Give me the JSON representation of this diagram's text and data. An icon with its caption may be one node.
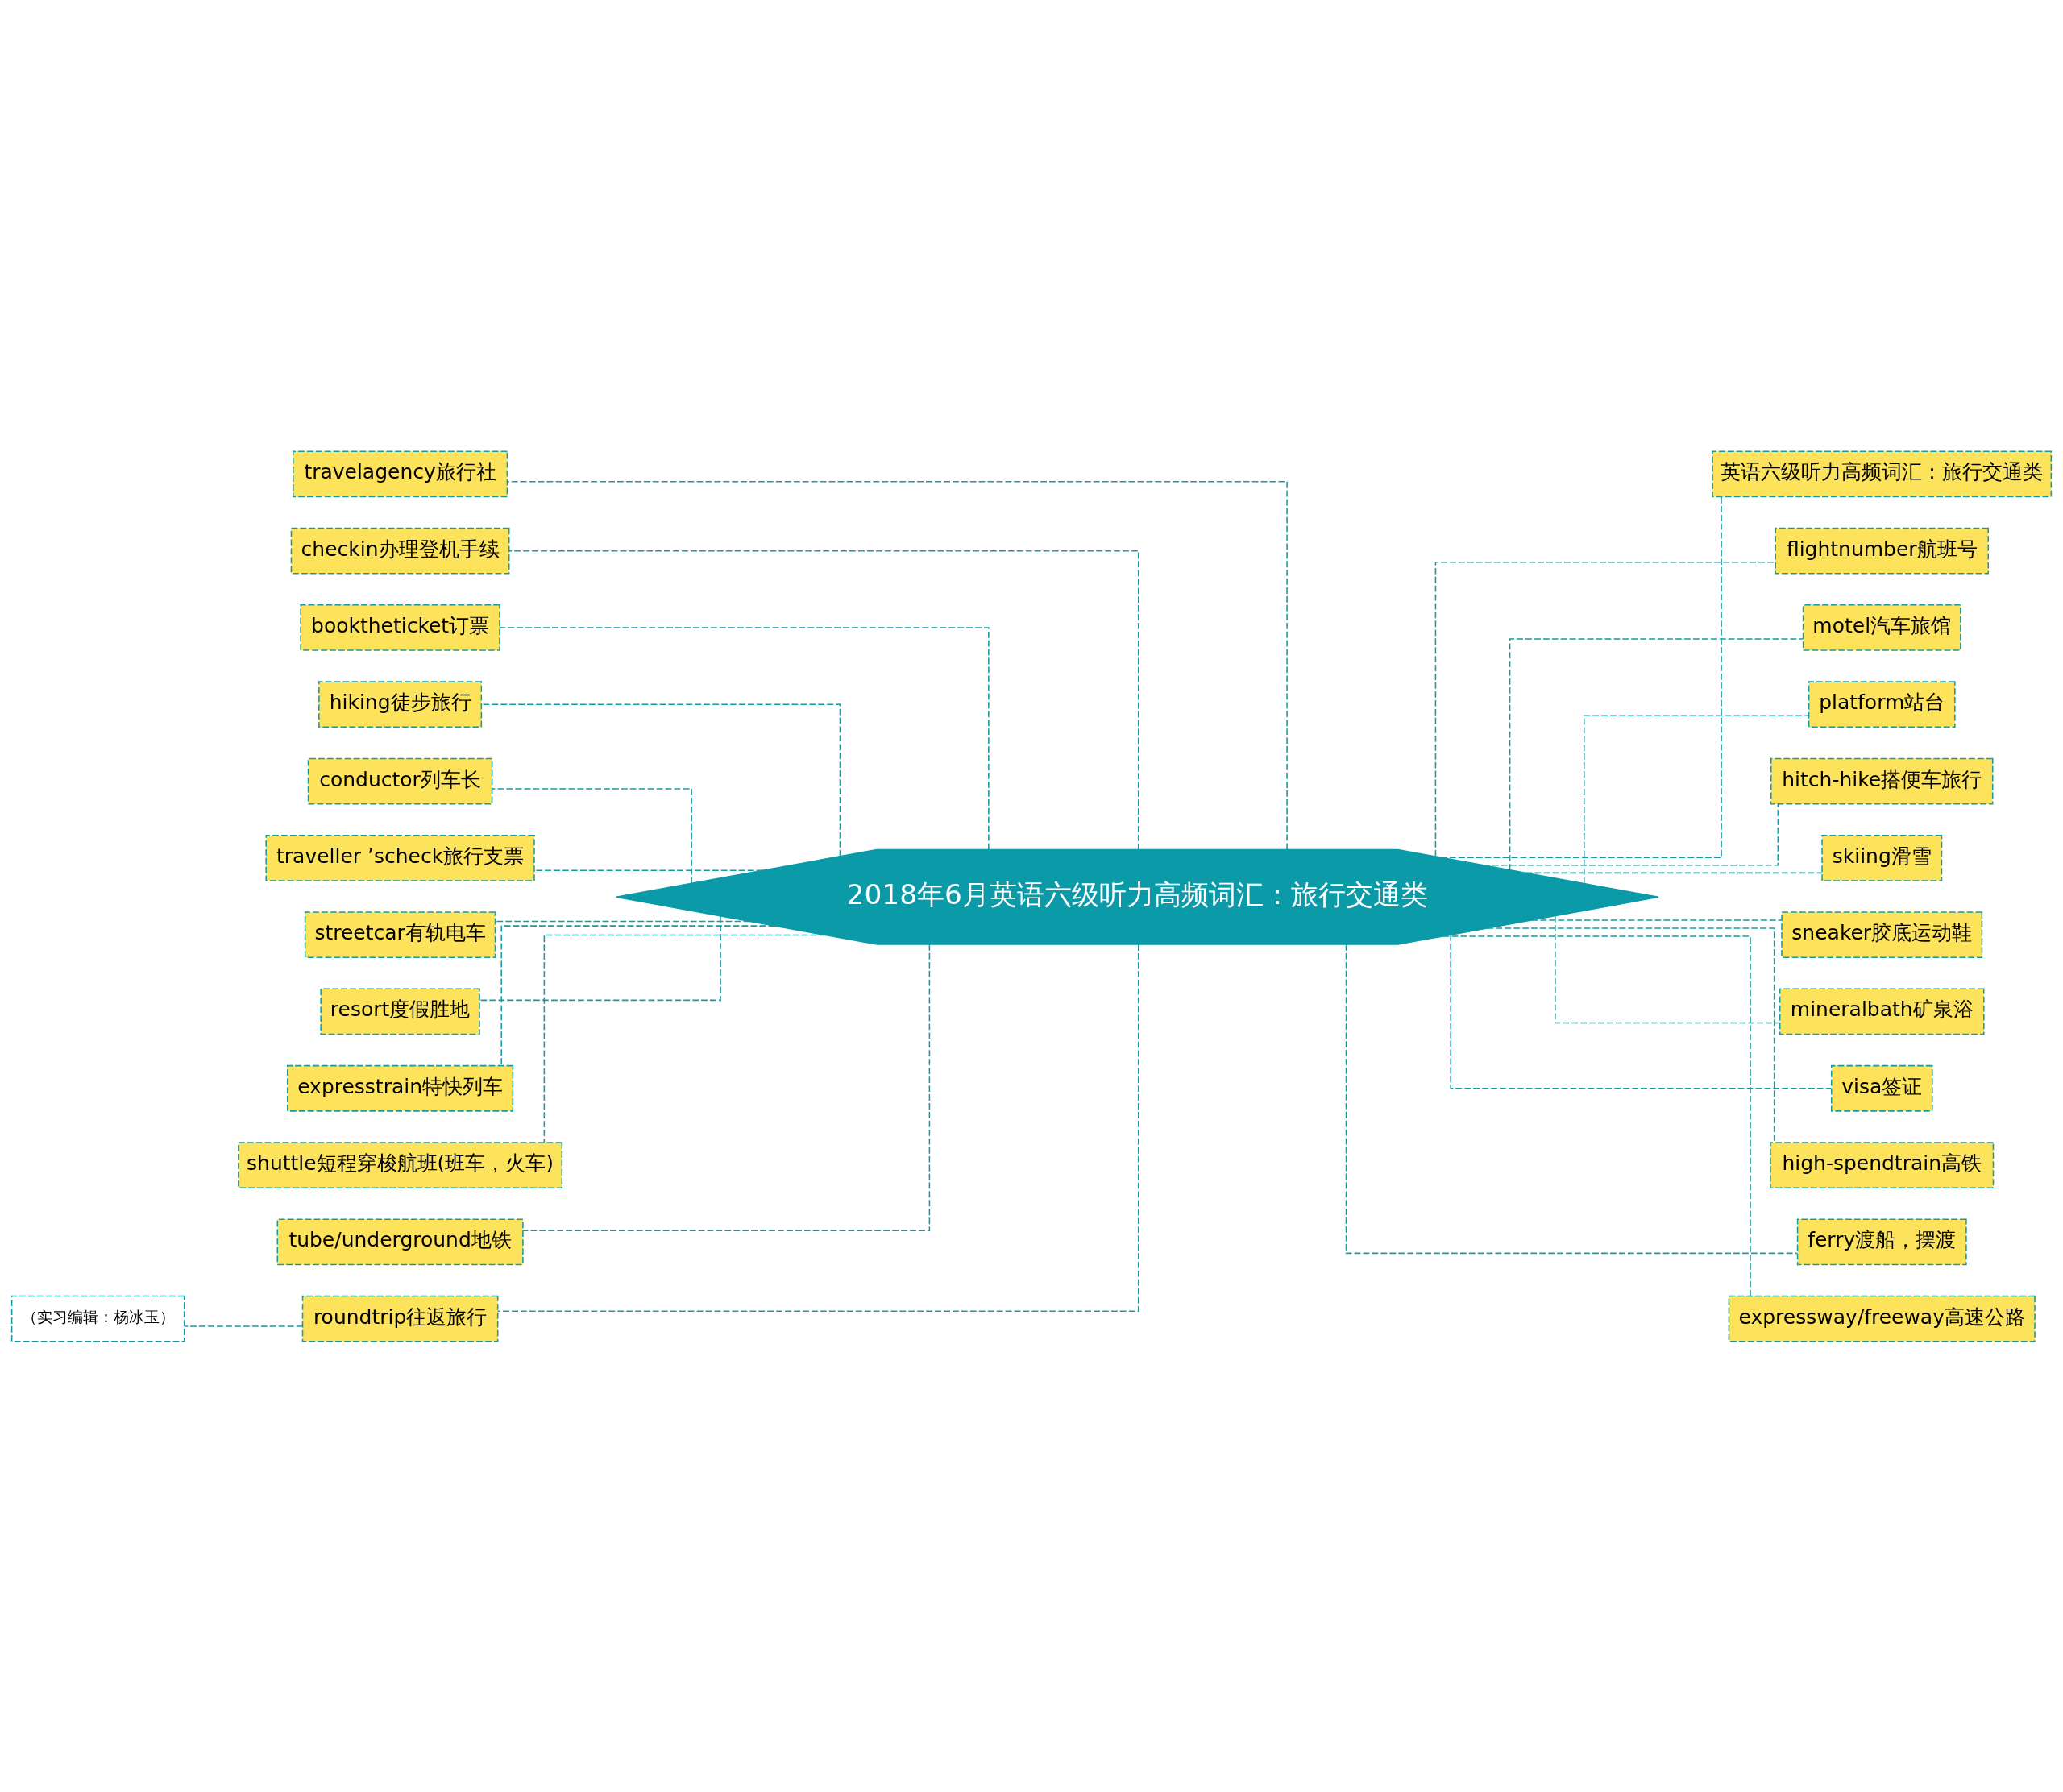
{
  "diagram": {
    "nodes": [
      {
        "text": [
          "2018年6月英语六级听力高频词汇：旅行交通类"
        ]
      },
      {
        "text": [
          "travelagency旅行社"
        ]
      },
      {
        "text": [
          "checkin办理登机手续"
        ]
      },
      {
        "text": [
          "booktheticket订票"
        ]
      },
      {
        "text": [
          "hiking徒步旅行"
        ]
      },
      {
        "text": [
          "conductor列车长"
        ]
      },
      {
        "text": [
          "traveller ’scheck旅行支票"
        ]
      },
      {
        "text": [
          "streetcar有轨电车"
        ]
      },
      {
        "text": [
          "resort度假胜地"
        ]
      },
      {
        "text": [
          "expresstrain特快列车"
        ]
      },
      {
        "text": [
          "shuttle短程穿梭航班(班车，火车)"
        ]
      },
      {
        "text": [
          "tube/underground地铁"
        ]
      },
      {
        "text": [
          "roundtrip往返旅行"
        ]
      },
      {
        "text": [
          "（实习编辑：杨冰玉）"
        ]
      },
      {
        "text": [
          "英语六级听力高频词汇：旅行交通类"
        ]
      },
      {
        "text": [
          "flightnumber航班号"
        ]
      },
      {
        "text": [
          "motel汽车旅馆"
        ]
      },
      {
        "text": [
          "platform站台"
        ]
      },
      {
        "text": [
          "hitch-hike搭便车旅行"
        ]
      },
      {
        "text": [
          "skiing滑雪"
        ]
      },
      {
        "text": [
          "sneaker胶底运动鞋"
        ]
      },
      {
        "text": [
          "mineralbath矿泉浴"
        ]
      },
      {
        "text": [
          "visa签证"
        ]
      },
      {
        "text": [
          "high-spendtrain高铁"
        ]
      },
      {
        "text": [
          "ferry渡船，摆渡"
        ]
      },
      {
        "text": [
          "expressway/freeway高速公路"
        ]
      }
    ],
    "edges": [
      {
        "from": 0,
        "to": 1,
        "arrow": "none",
        "style": "dashed"
      },
      {
        "from": 0,
        "to": 2,
        "arrow": "none",
        "style": "dashed"
      },
      {
        "from": 0,
        "to": 3,
        "arrow": "none",
        "style": "dashed"
      },
      {
        "from": 0,
        "to": 4,
        "arrow": "none",
        "style": "dashed"
      },
      {
        "from": 0,
        "to": 5,
        "arrow": "none",
        "style": "dashed"
      },
      {
        "from": 0,
        "to": 6,
        "arrow": "none",
        "style": "dashed"
      },
      {
        "from": 0,
        "to": 7,
        "arrow": "none",
        "style": "dashed"
      },
      {
        "from": 0,
        "to": 8,
        "arrow": "none",
        "style": "dashed"
      },
      {
        "from": 0,
        "to": 9,
        "arrow": "none",
        "style": "dashed"
      },
      {
        "from": 0,
        "to": 10,
        "arrow": "none",
        "style": "dashed"
      },
      {
        "from": 0,
        "to": 11,
        "arrow": "none",
        "style": "dashed"
      },
      {
        "from": 0,
        "to": 12,
        "arrow": "none",
        "style": "dashed"
      },
      {
        "from": 12,
        "to": 13,
        "arrow": "none",
        "style": "dashed"
      },
      {
        "from": 0,
        "to": 14,
        "arrow": "none",
        "style": "dashed"
      },
      {
        "from": 0,
        "to": 15,
        "arrow": "none",
        "style": "dashed"
      },
      {
        "from": 0,
        "to": 16,
        "arrow": "none",
        "style": "dashed"
      },
      {
        "from": 0,
        "to": 17,
        "arrow": "none",
        "style": "dashed"
      },
      {
        "from": 0,
        "to": 18,
        "arrow": "none",
        "style": "dashed"
      },
      {
        "from": 0,
        "to": 19,
        "arrow": "none",
        "style": "dashed"
      },
      {
        "from": 0,
        "to": 20,
        "arrow": "none",
        "style": "dashed"
      },
      {
        "from": 0,
        "to": 21,
        "arrow": "none",
        "style": "dashed"
      },
      {
        "from": 0,
        "to": 22,
        "arrow": "none",
        "style": "dashed"
      },
      {
        "from": 0,
        "to": 23,
        "arrow": "none",
        "style": "dashed"
      },
      {
        "from": 0,
        "to": 24,
        "arrow": "none",
        "style": "dashed"
      },
      {
        "from": 0,
        "to": 25,
        "arrow": "none",
        "style": "dashed"
      }
    ]
  }
}
